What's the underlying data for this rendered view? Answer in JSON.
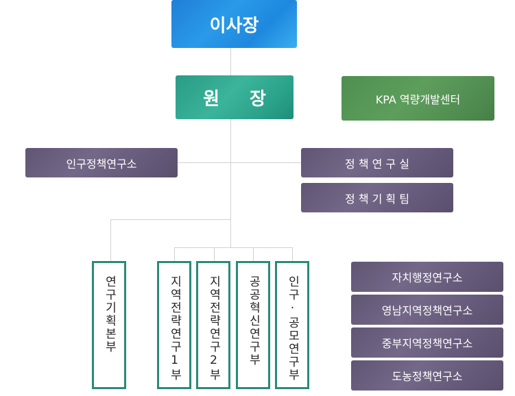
{
  "top": {
    "chair": "이사장",
    "director_left": "원",
    "director_right": "장",
    "kpa": "KPA 역량개발센터"
  },
  "middle": {
    "population_institute": "인구정책연구소",
    "policy_research_office": "정 책 연 구 실",
    "policy_planning_team": "정 책 기 획 팀"
  },
  "departments": [
    "연구기획본부",
    "지역전략연구1부",
    "지역전략연구2부",
    "공공혁신연구부",
    "인구·공모연구부"
  ],
  "institutes": [
    "자치행정연구소",
    "영남지역정책연구소",
    "중부지역정책연구소",
    "도농정책연구소"
  ],
  "colors": {
    "chair": "#2a9ae8",
    "director": "#3ab49a",
    "kpa": "#5e9e5c",
    "purple": "#6e6282",
    "dept_border": "#2a8a78",
    "connector": "#d0d0d0"
  }
}
